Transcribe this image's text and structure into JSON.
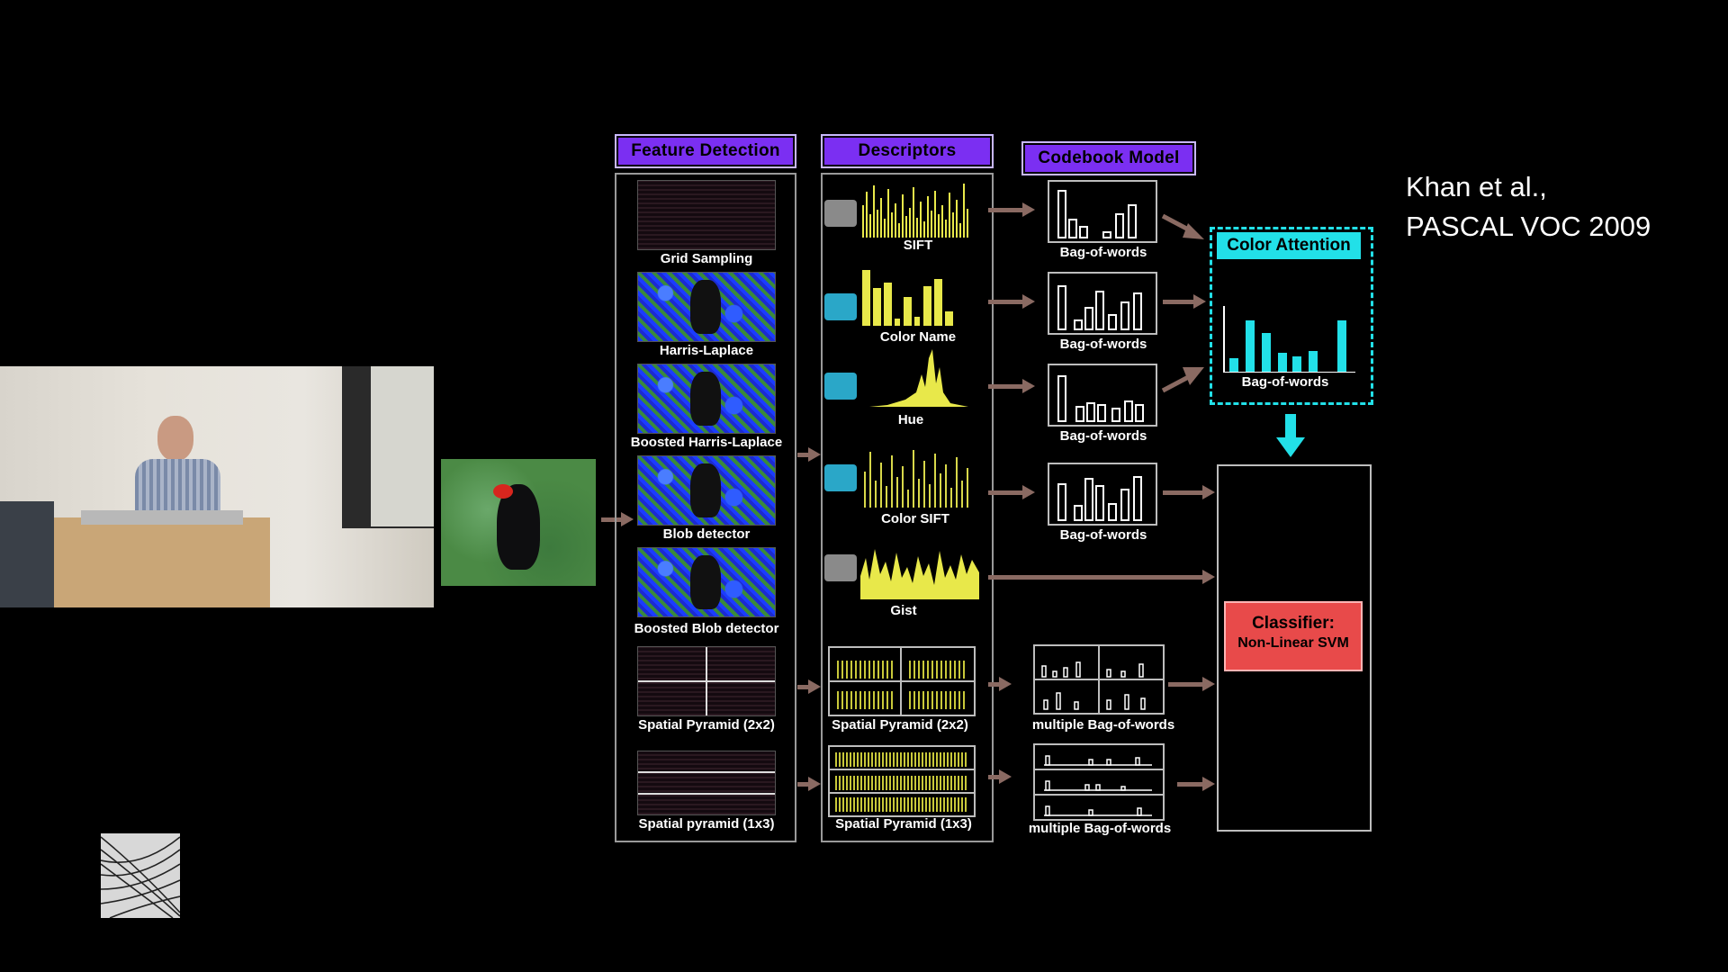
{
  "citation": {
    "line1": "Khan et al.,",
    "line2": "PASCAL VOC 2009"
  },
  "headers": {
    "feature": "Feature Detection",
    "descriptors": "Descriptors",
    "codebook": "Codebook Model",
    "color_attention": "Color Attention"
  },
  "feature_detection": [
    "Grid Sampling",
    "Harris-Laplace",
    "Boosted Harris-Laplace",
    "Blob detector",
    "Boosted Blob detector",
    "Spatial Pyramid (2x2)",
    "Spatial pyramid (1x3)"
  ],
  "descriptors": [
    "SIFT",
    "Color Name",
    "Hue",
    "Color SIFT",
    "Gist",
    "Spatial Pyramid (2x2)",
    "Spatial Pyramid (1x3)"
  ],
  "codebook": [
    "Bag-of-words",
    "Bag-of-words",
    "Bag-of-words",
    "Bag-of-words",
    "multiple Bag-of-words",
    "multiple Bag-of-words"
  ],
  "color_attention_label": "Bag-of-words",
  "classifier": {
    "line1": "Classifier:",
    "line2": "Non-Linear SVM"
  },
  "colors": {
    "header_bg": "#7b2ff2",
    "cyan": "#22e0e8",
    "classifier_bg": "#e84a4a",
    "bar_yellow": "#e8e84a",
    "arrow": "#8a6a62"
  }
}
